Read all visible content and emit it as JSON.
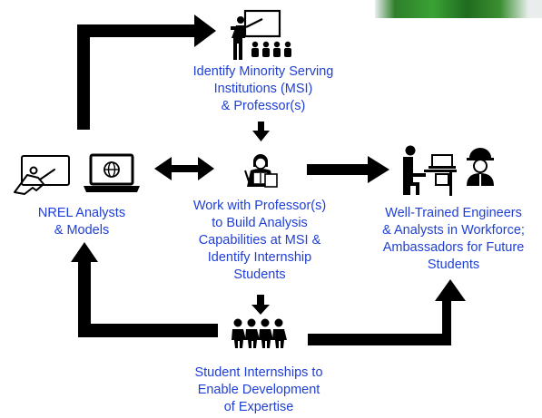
{
  "colors": {
    "text": "#1f3fd6",
    "arrow": "#000000",
    "icon": "#000000"
  },
  "nodes": {
    "nrel": {
      "lines": [
        "NREL Analysts",
        "& Models"
      ],
      "icons": [
        "hand-writing-on-tablet-icon",
        "laptop-globe-icon"
      ]
    },
    "identify": {
      "lines": [
        "Identify Minority Serving",
        "Institutions (MSI)",
        "& Professor(s)"
      ],
      "icon": "teacher-presenting-to-class-icon"
    },
    "work": {
      "lines": [
        "Work with Professor(s)",
        "to Build Analysis",
        "Capabilities at MSI &",
        "Identify Internship",
        "Students"
      ],
      "icon": "professor-reading-icon"
    },
    "interns": {
      "lines": [
        "Student Internships to",
        "Enable Development",
        "of Expertise"
      ],
      "icon": "student-group-icon"
    },
    "outcome": {
      "lines": [
        "Well-Trained Engineers",
        "& Analysts in Workforce;",
        "Ambassadors for Future",
        "Students"
      ],
      "icons": [
        "person-at-computer-desk-icon",
        "engineer-hardhat-icon"
      ]
    }
  },
  "corner_photo": "green-glove-photo"
}
